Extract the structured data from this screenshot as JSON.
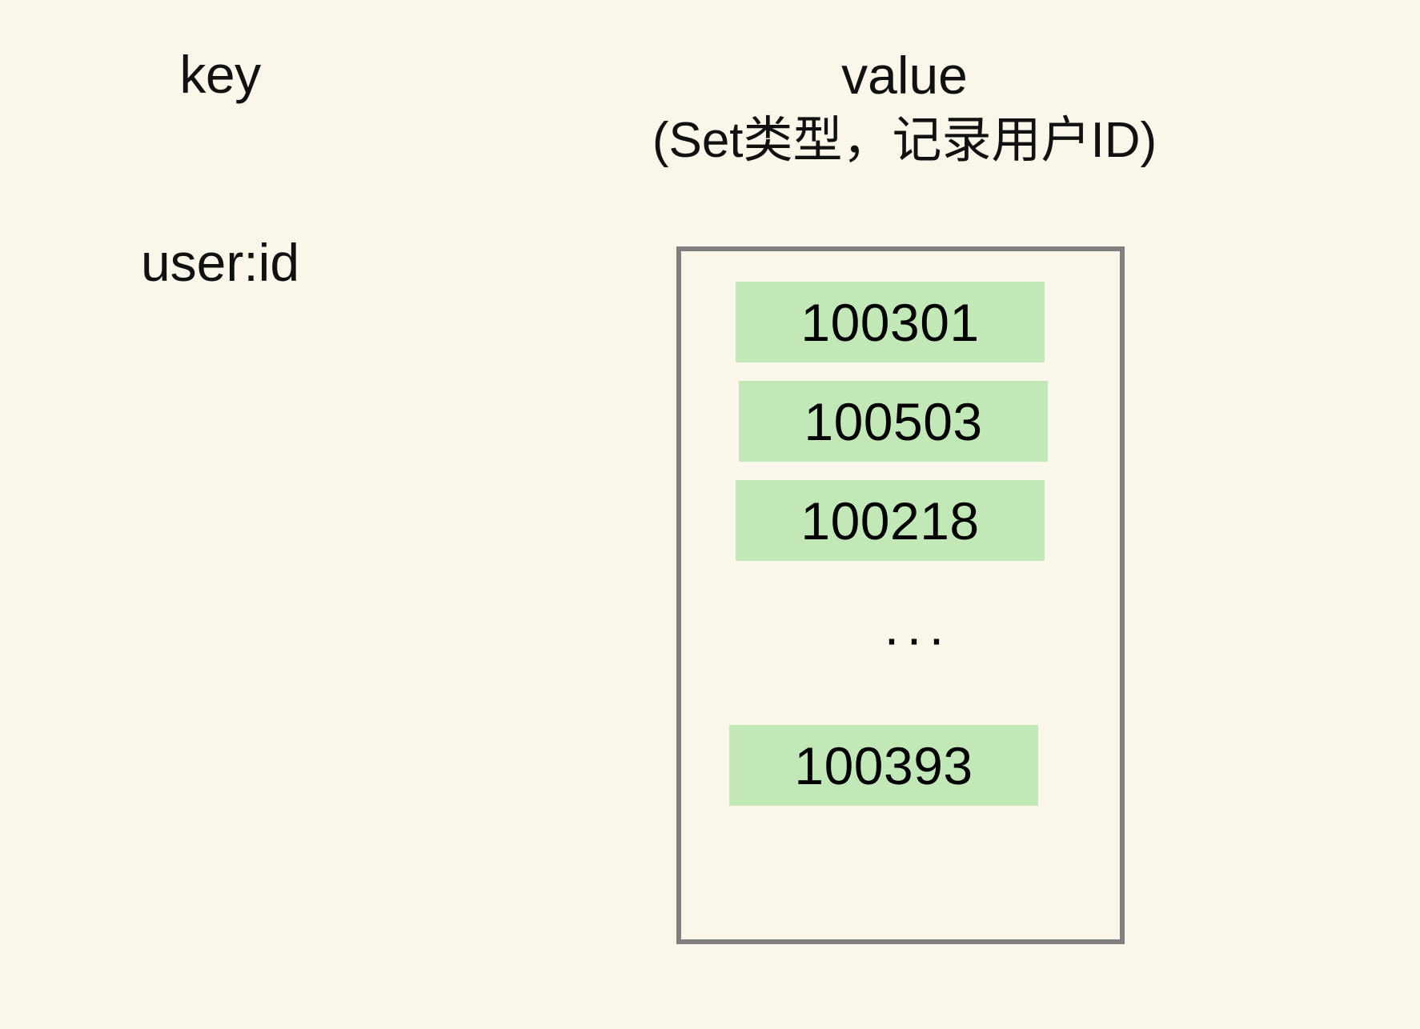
{
  "diagram": {
    "background_color": "#FAF7EA",
    "key_column": {
      "header": "key",
      "value": "user:id"
    },
    "value_column": {
      "header": "value",
      "subtitle": "(Set类型，记录用户ID)"
    },
    "set_box": {
      "border_color": "#7F7F7F",
      "chip_color": "#C1E8B6",
      "items": [
        {
          "label": "100301"
        },
        {
          "label": "100503"
        },
        {
          "label": "100218"
        },
        {
          "label": "100393"
        }
      ],
      "ellipsis": "···"
    }
  }
}
